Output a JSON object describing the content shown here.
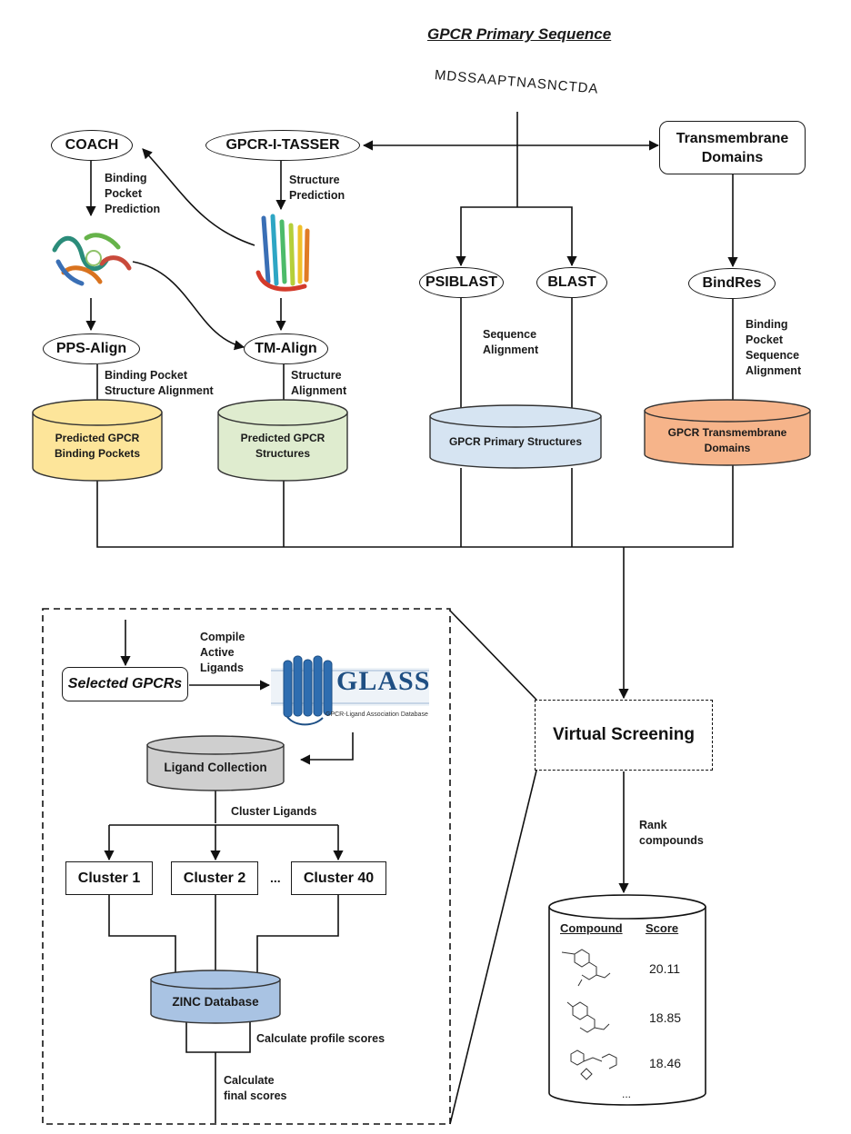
{
  "title": "GPCR Primary Sequence",
  "sequence": "MDSSAAPTNASNCTDA",
  "nodes": {
    "coach": "COACH",
    "gpcr_i_tasser": "GPCR-I-TASSER",
    "transmembrane_domains_line1": "Transmembrane",
    "transmembrane_domains_line2": "Domains",
    "psiblast": "PSIBLAST",
    "blast": "BLAST",
    "bindres": "BindRes",
    "pps_align": "PPS-Align",
    "tm_align": "TM-Align",
    "virtual_screening": "Virtual Screening",
    "selected_gpcrs": "Selected GPCRs",
    "cluster_1": "Cluster 1",
    "cluster_2": "Cluster 2",
    "cluster_ellipsis": "...",
    "cluster_40": "Cluster 40"
  },
  "edge_labels": {
    "binding_pocket_prediction": [
      "Binding",
      "Pocket",
      "Prediction"
    ],
    "structure_prediction": [
      "Structure",
      "Prediction"
    ],
    "sequence_alignment": [
      "Sequence",
      "Alignment"
    ],
    "binding_pocket_sequence_alignment": [
      "Binding",
      "Pocket",
      "Sequence",
      "Alignment"
    ],
    "binding_pocket_structure_alignment": [
      "Binding Pocket",
      "Structure Alignment"
    ],
    "structure_alignment": [
      "Structure",
      "Alignment"
    ],
    "compile_active_ligands": [
      "Compile",
      "Active",
      "Ligands"
    ],
    "cluster_ligands": "Cluster Ligands",
    "calculate_profile_scores": "Calculate profile scores",
    "calculate_final_scores": [
      "Calculate",
      "final scores"
    ],
    "rank_compounds": [
      "Rank",
      "compounds"
    ]
  },
  "databases": {
    "predicted_binding_pockets": [
      "Predicted GPCR",
      "Binding Pockets"
    ],
    "predicted_structures": [
      "Predicted GPCR",
      "Structures"
    ],
    "primary_structures": "GPCR Primary Structures",
    "transmembrane_domains": [
      "GPCR Transmembrane",
      "Domains"
    ],
    "ligand_collection": "Ligand Collection",
    "zinc_database": "ZINC Database"
  },
  "glass": {
    "logo_text": "GLASS",
    "subtitle": "GPCR-Ligand Association Database"
  },
  "results": {
    "col_compound": "Compound",
    "col_score": "Score",
    "scores": [
      "20.11",
      "18.85",
      "18.46"
    ],
    "more": "..."
  },
  "colors": {
    "db_yellow": "#fde59a",
    "db_green": "#dfeccf",
    "db_blue": "#d6e4f2",
    "db_orange": "#f6b48a",
    "db_grey": "#cfcfcf",
    "db_zinc": "#a9c3e3",
    "glass_blue": "#2e6db0"
  }
}
